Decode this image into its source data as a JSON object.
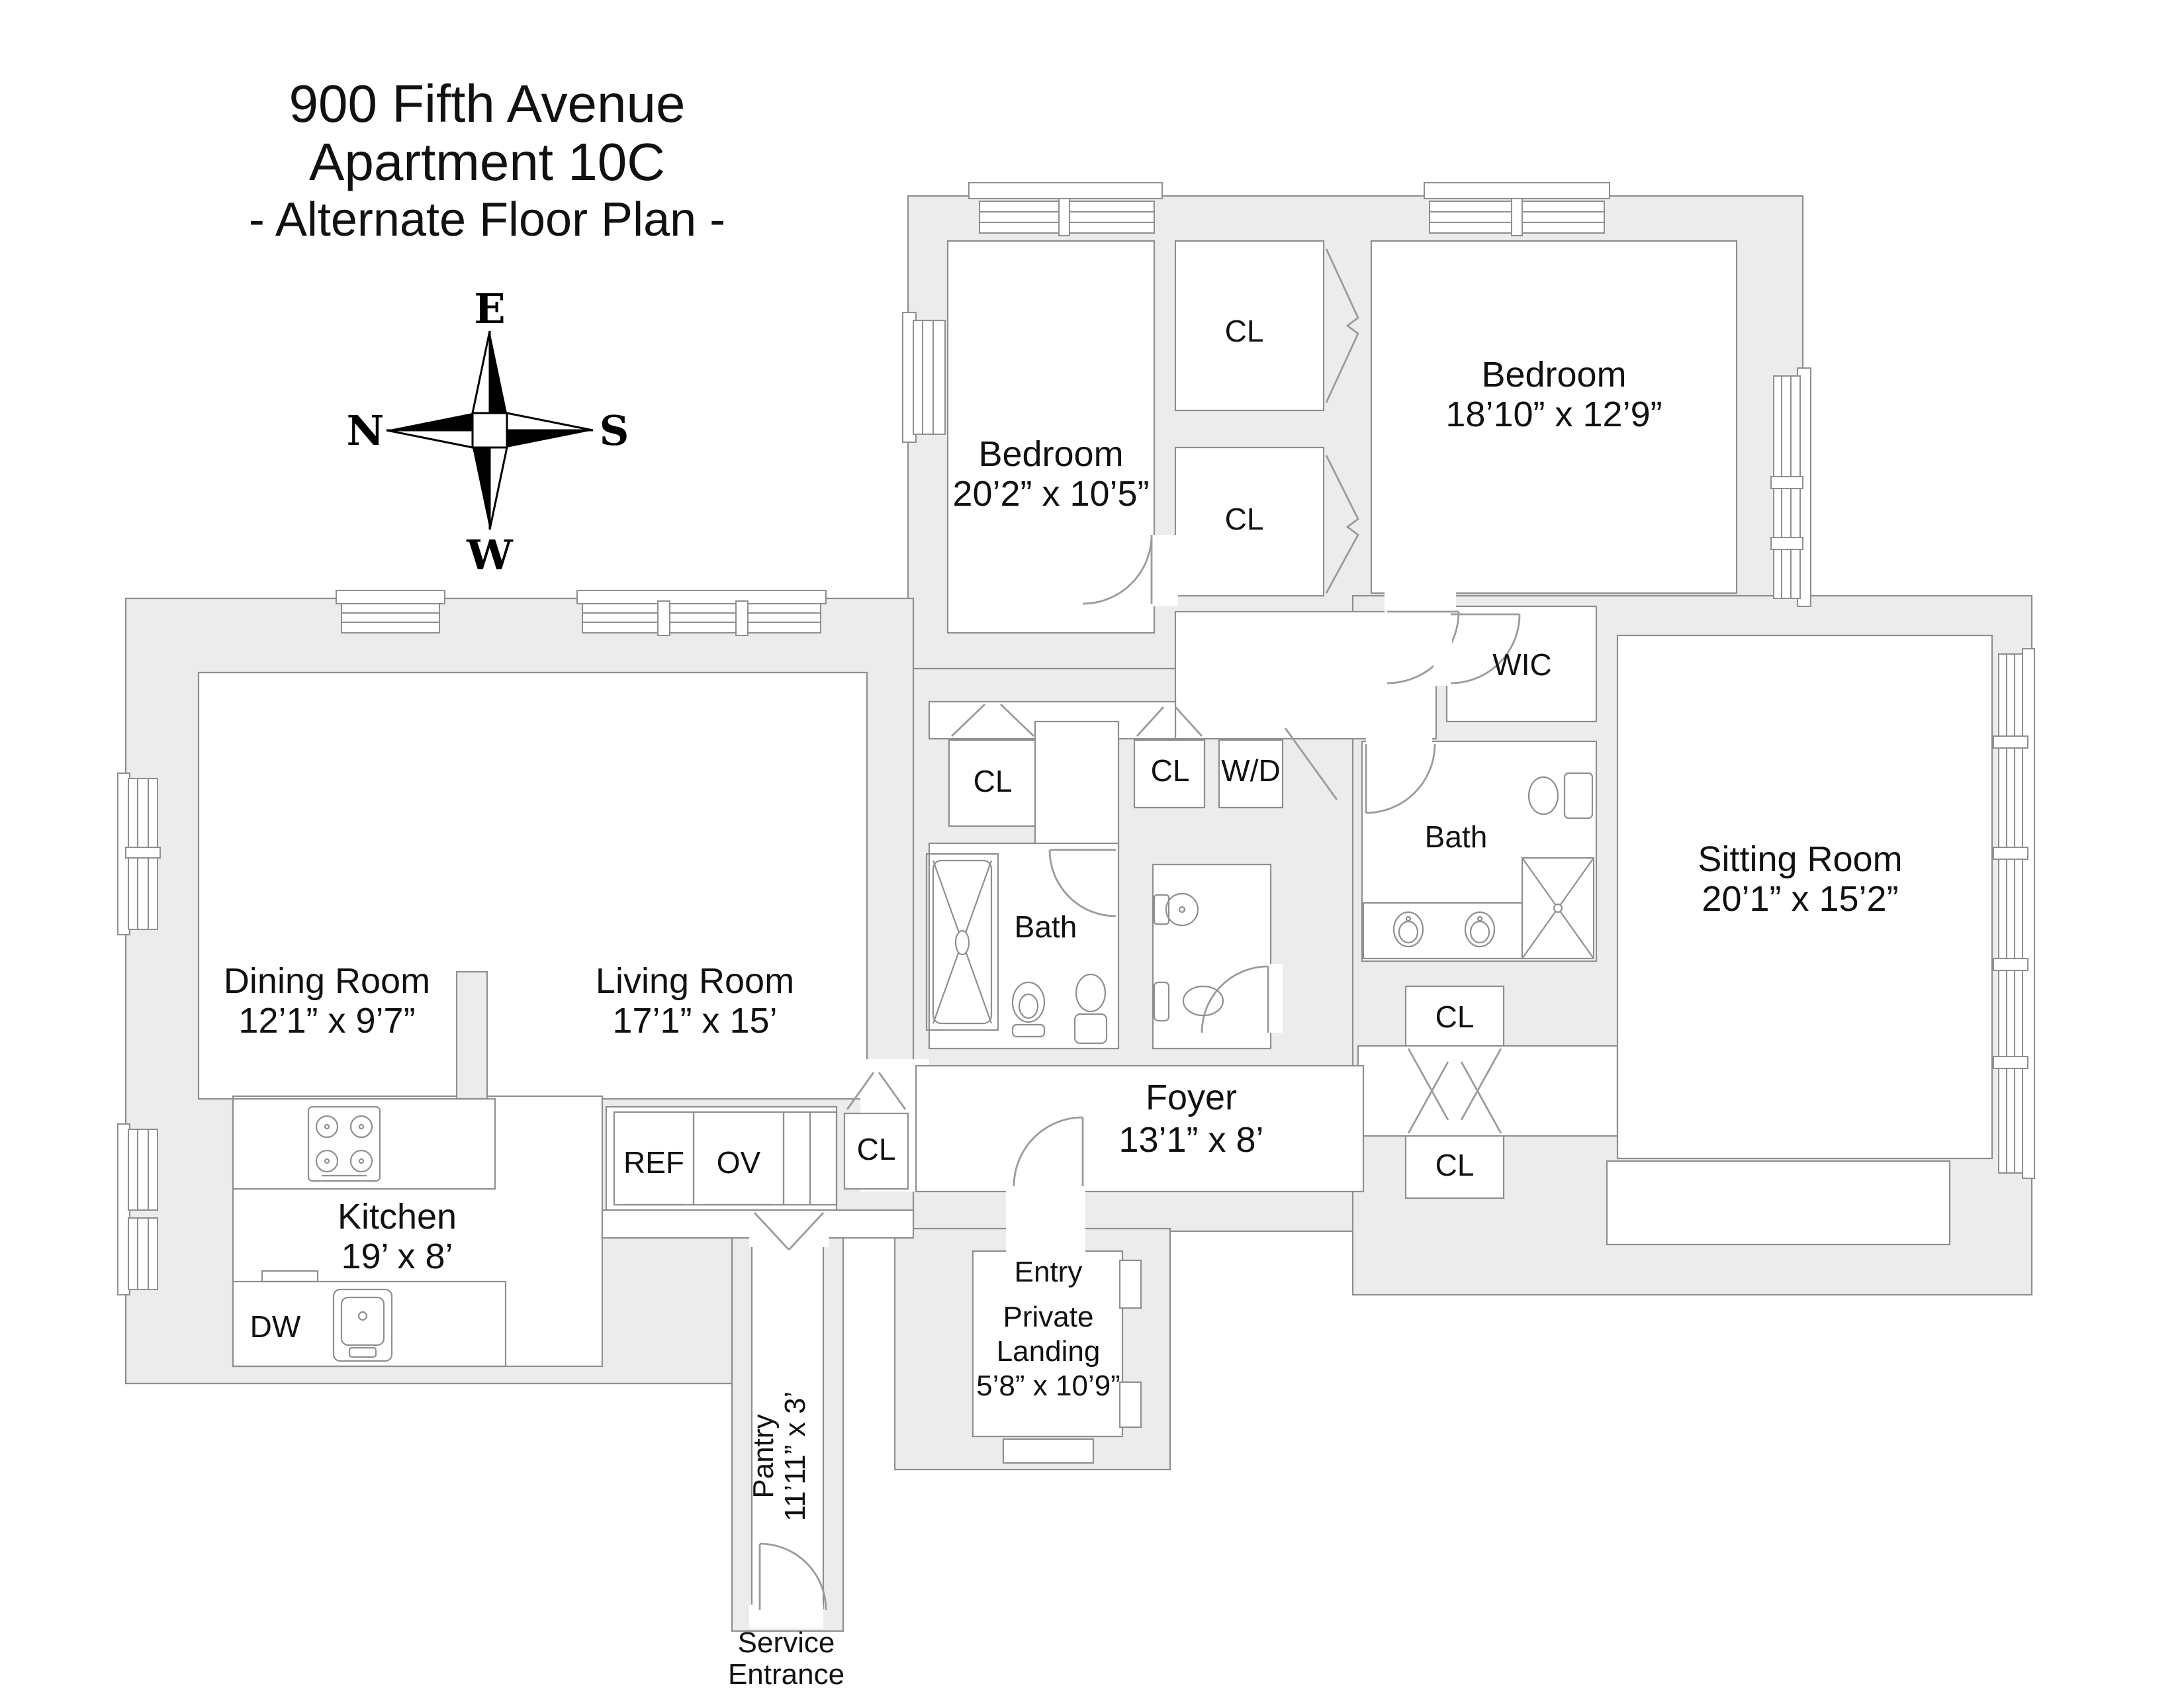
{
  "title": {
    "line1": "900 Fifth Avenue",
    "line2": "Apartment 10C",
    "line3": "- Alternate Floor Plan -"
  },
  "compass": {
    "east": "E",
    "north": "N",
    "south": "S",
    "west": "W"
  },
  "labels": {
    "closet": "CL",
    "washer_dryer": "W/D",
    "fridge": "REF",
    "oven": "OV",
    "dishwasher": "DW",
    "entry": "Entry",
    "bath": "Bath",
    "wic": "WIC"
  },
  "rooms": {
    "bedroom1": {
      "name": "Bedroom",
      "dims": "20’2” x 10’5”"
    },
    "bedroom2": {
      "name": "Bedroom",
      "dims": "18’10” x 12’9”"
    },
    "sitting": {
      "name": "Sitting Room",
      "dims": "20’1” x 15’2”"
    },
    "dining": {
      "name": "Dining Room",
      "dims": "12’1” x 9’7”"
    },
    "living": {
      "name": "Living Room",
      "dims": "17’1” x 15’"
    },
    "kitchen": {
      "name": "Kitchen",
      "dims": "19’ x 8’"
    },
    "foyer": {
      "name": "Foyer",
      "dims": "13’1” x 8’"
    },
    "landing": {
      "name1": "Private",
      "name2": "Landing",
      "dims": "5’8” x 10’9”"
    },
    "pantry": {
      "name": "Pantry",
      "dims": "11’11” x 3’"
    },
    "service": {
      "name1": "Service",
      "name2": "Entrance"
    }
  }
}
